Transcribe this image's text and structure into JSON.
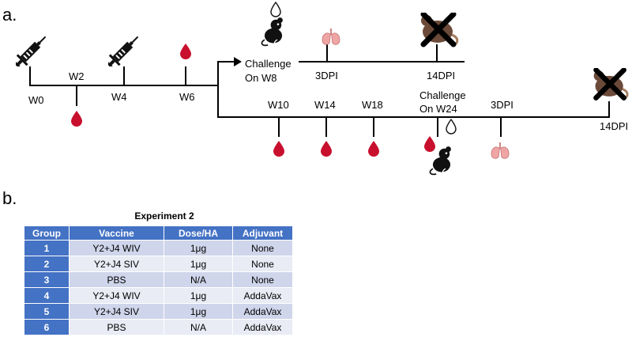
{
  "panels": {
    "a": "a.",
    "b": "b."
  },
  "timeline": {
    "weeks": {
      "w0": "W0",
      "w2": "W2",
      "w4": "W4",
      "w6": "W6",
      "w10": "W10",
      "w14": "W14",
      "w18": "W18"
    },
    "upper_arm": {
      "challenge_line1": "Challenge",
      "challenge_line2": "On W8",
      "dpi3": "3DPI",
      "dpi14": "14DPI"
    },
    "lower_arm": {
      "challenge_line1": "Challenge",
      "challenge_line2": "On W24",
      "dpi3": "3DPI",
      "dpi14": "14DPI"
    }
  },
  "icons": [
    "syringe-icon",
    "blood-drop-icon",
    "water-drop-icon",
    "mouse-icon",
    "lungs-icon",
    "dead-mouse-icon"
  ],
  "colors": {
    "blood": "#c8102e",
    "table_header": "#4472c4",
    "row_odd": "#cfd5ea",
    "row_even": "#e9ebf5",
    "lungs": "#f0a5a5",
    "mouse_dead": "#6b4a3a"
  },
  "table": {
    "title": "Experiment 2",
    "headers": [
      "Group",
      "Vaccine",
      "Dose/HA",
      "Adjuvant"
    ],
    "rows": [
      [
        "1",
        "Y2+J4 WIV",
        "1μg",
        "None"
      ],
      [
        "2",
        "Y2+J4 SIV",
        "1μg",
        "None"
      ],
      [
        "3",
        "PBS",
        "N/A",
        "None"
      ],
      [
        "4",
        "Y2+J4 WIV",
        "1μg",
        "AddaVax"
      ],
      [
        "5",
        "Y2+J4 SIV",
        "1μg",
        "AddaVax"
      ],
      [
        "6",
        "PBS",
        "N/A",
        "AddaVax"
      ]
    ]
  }
}
